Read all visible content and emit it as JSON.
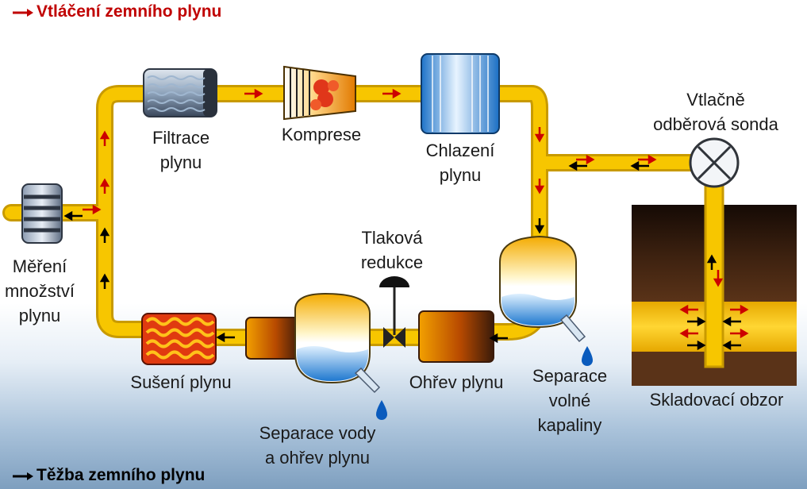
{
  "legend": {
    "injection": {
      "text": "Vtláčení zemního plynu",
      "color": "#c00000"
    },
    "withdrawal": {
      "text": "Těžba zemního plynu",
      "color": "#000000"
    }
  },
  "labels": {
    "filtration": [
      "Filtrace",
      "plynu"
    ],
    "compression": "Komprese",
    "cooling": [
      "Chlazení",
      "plynu"
    ],
    "probe": [
      "Vtlačně",
      "odběrová sonda"
    ],
    "measurement": [
      "Měření",
      "množství",
      "plynu"
    ],
    "pressure_reduction": [
      "Tlaková",
      "redukce"
    ],
    "drying": "Sušení plynu",
    "water_separation": [
      "Separace vody",
      "a ohřev plynu"
    ],
    "heating": "Ohřev plynu",
    "liquid_separation": [
      "Separace",
      "volné",
      "kapaliny"
    ],
    "storage": "Skladovací obzor"
  },
  "colors": {
    "pipe": "#f7c600",
    "pipe_edge": "#c89a00",
    "water": "#2e86d6",
    "arrow_red": "#cc0000",
    "arrow_black": "#000000"
  },
  "icons": [
    "filter-icon",
    "compressor-icon",
    "cooler-icon",
    "valve-icon",
    "meter-icon",
    "dryer-icon",
    "separator-icon",
    "heater-icon",
    "pressure-regulator-icon",
    "water-drop-icon"
  ]
}
